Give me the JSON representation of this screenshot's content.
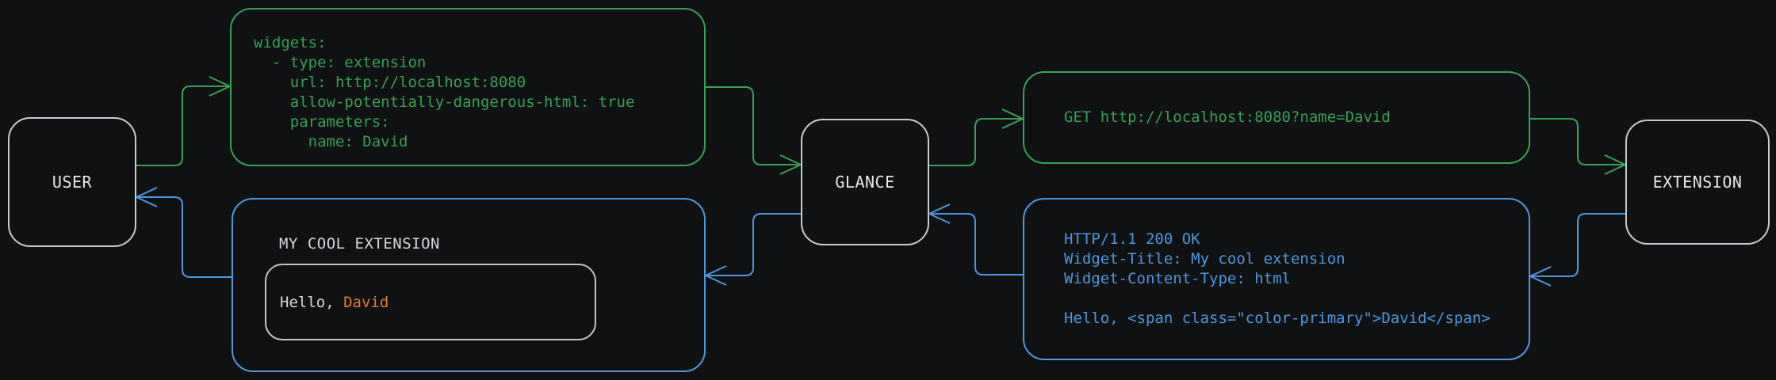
{
  "colors": {
    "background": "#101112",
    "green": "#38a055",
    "blue": "#4d97e2",
    "orange": "#e4793c",
    "node_border": "#c6cbd0",
    "node_text": "#e4e7ea",
    "grey_text": "#d3d7db",
    "inner_border": "#bfc4c8"
  },
  "nodes": {
    "user": {
      "label": "USER"
    },
    "glance": {
      "label": "GLANCE"
    },
    "extension": {
      "label": "EXTENSION"
    }
  },
  "config_box": {
    "lines": [
      "widgets:",
      "  - type: extension",
      "    url: http://localhost:8080",
      "    allow-potentially-dangerous-html: true",
      "    parameters:",
      "      name: David"
    ]
  },
  "request_box": {
    "text": "GET http://localhost:8080?name=David"
  },
  "response_box": {
    "lines": [
      "HTTP/1.1 200 OK",
      "Widget-Title: My cool extension",
      "Widget-Content-Type: html",
      "",
      "Hello, <span class=\"color-primary\">David</span>"
    ]
  },
  "render_box": {
    "title": "MY COOL EXTENSION",
    "greeting_prefix": "Hello, ",
    "greeting_name": "David"
  }
}
